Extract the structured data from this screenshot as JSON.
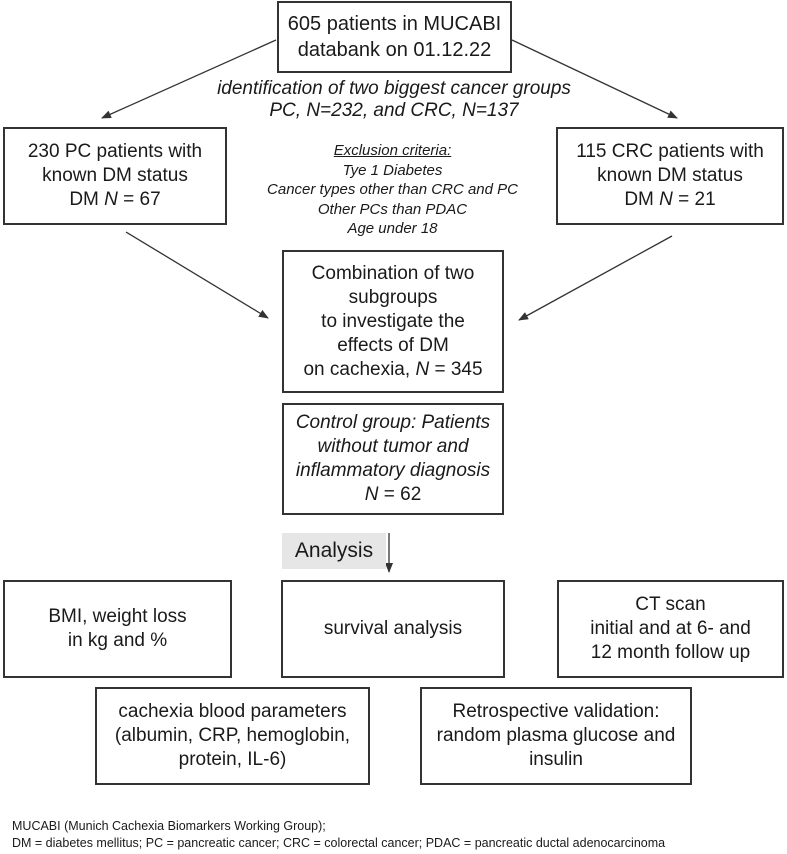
{
  "top_box": {
    "lines": [
      "605 patients in MUCABI",
      "databank on 01.12.22"
    ]
  },
  "identification": {
    "lines": [
      "identification of two biggest cancer groups",
      "PC, N=232,  and CRC, N=137"
    ]
  },
  "pc_box": {
    "line1": "230 PC patients with",
    "line2": "known DM status",
    "line3_prefix": "DM ",
    "line3_n": "N",
    "line3_suffix": " = 67"
  },
  "crc_box": {
    "line1": "115 CRC patients with",
    "line2": "known DM status",
    "line3_prefix": "DM ",
    "line3_n": "N",
    "line3_suffix": " = 21"
  },
  "exclusion": {
    "title": "Exclusion criteria:",
    "items": [
      "Tye 1 Diabetes",
      "Cancer types other than CRC and PC",
      "Other PCs than PDAC",
      "Age under 18"
    ]
  },
  "combination_box": {
    "lines": [
      "Combination of two",
      "subgroups",
      "to investigate the",
      "effects of DM"
    ],
    "last_prefix": "on cachexia, ",
    "last_n": "N",
    "last_suffix": " = 345"
  },
  "control_box": {
    "lines": [
      "Control group: Patients",
      "without tumor and",
      "inflammatory diagnosis"
    ],
    "n_label": "N",
    "n_suffix": " = 62"
  },
  "analysis_label": "Analysis",
  "bmi_box": {
    "lines": [
      "BMI, weight loss",
      "in kg and %"
    ]
  },
  "survival_box": {
    "lines": [
      "survival analysis"
    ]
  },
  "ct_box": {
    "lines": [
      "CT scan",
      "initial and at 6- and",
      "12 month follow up"
    ]
  },
  "blood_box": {
    "lines": [
      "cachexia blood parameters",
      "(albumin, CRP, hemoglobin,",
      "protein, IL-6)"
    ]
  },
  "retro_box": {
    "lines": [
      "Retrospective validation:",
      "random plasma glucose and",
      "insulin"
    ]
  },
  "footer": {
    "lines": [
      "MUCABI (Munich Cachexia Biomarkers Working Group);",
      "DM = diabetes mellitus;  PC = pancreatic cancer;  CRC = colorectal cancer;  PDAC = pancreatic ductal adenocarcinoma"
    ]
  }
}
